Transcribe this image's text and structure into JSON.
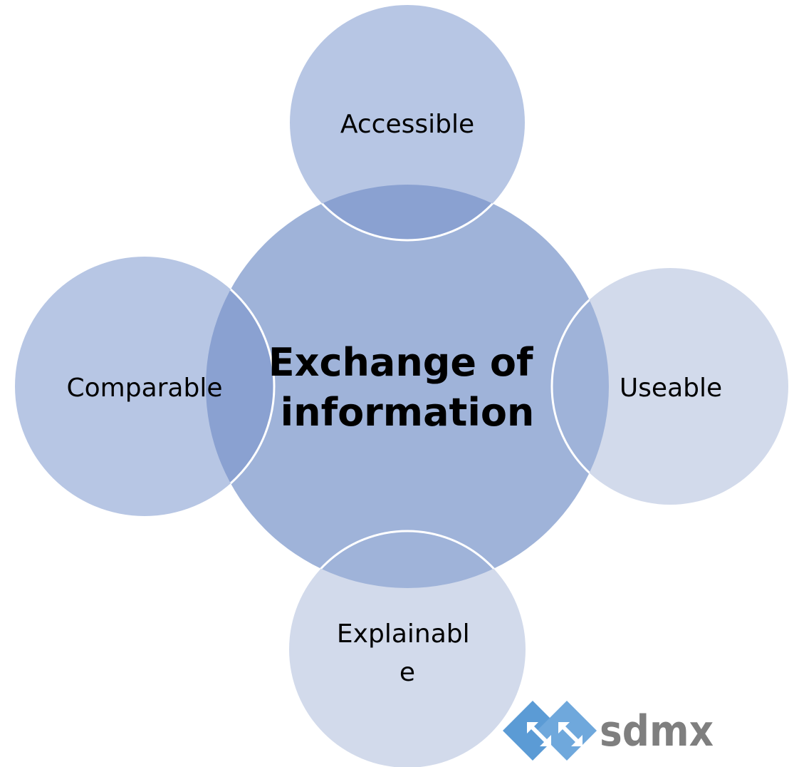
{
  "diagram": {
    "center": {
      "lines": [
        "Exchange of",
        "information"
      ]
    },
    "satellites": {
      "top": {
        "lines": [
          "Accessible"
        ]
      },
      "left": {
        "lines": [
          "Comparable"
        ]
      },
      "right": {
        "lines": [
          "Useable"
        ]
      },
      "bottom": {
        "lines": [
          "Explainabl",
          "e"
        ]
      }
    }
  },
  "logo": {
    "text": "sdmx"
  },
  "colors": {
    "center_fill": "#9fb3d9",
    "satellite_fill": "#b7c6e4",
    "satellite_light_fill": "#d2daeb",
    "overlap_fill": "#8aa1d1",
    "outline": "#ffffff",
    "logo_blue": "#5b9bd5",
    "logo_text": "#7f7f7f"
  }
}
